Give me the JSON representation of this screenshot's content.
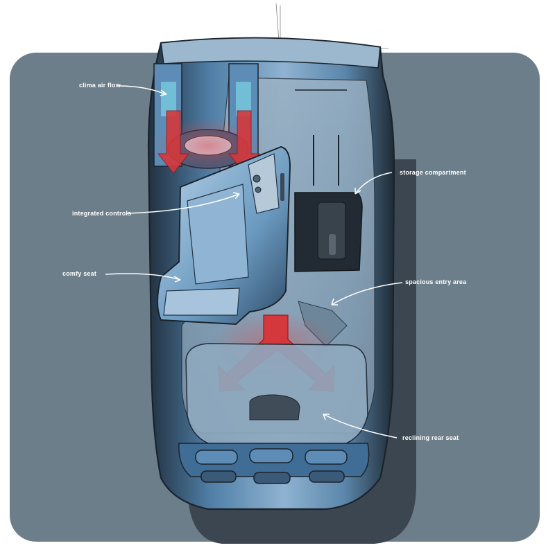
{
  "colors": {
    "backdrop": "#6d7e8b",
    "body_dark": "#1f2b36",
    "body_blue": "#4f7ea6",
    "body_light": "#a9c6de",
    "airflow_red": "#d4383c",
    "shadow": "#3b4650"
  },
  "annotations": [
    {
      "key": "clima",
      "text": "clima air flow"
    },
    {
      "key": "storage",
      "text": "storage compartment"
    },
    {
      "key": "controls",
      "text": "integrated controls"
    },
    {
      "key": "seat",
      "text": "comfy seat"
    },
    {
      "key": "entry",
      "text": "spacious entry area"
    },
    {
      "key": "rear",
      "text": "reclining rear seat"
    }
  ]
}
